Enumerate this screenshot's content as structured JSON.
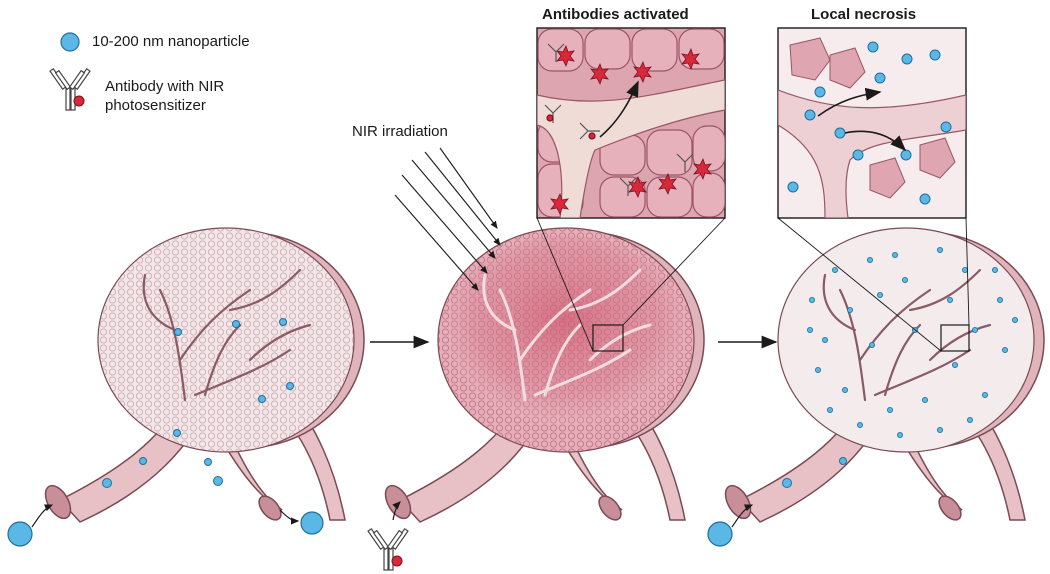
{
  "legend": {
    "nanoparticle_label": "10-200 nm nanoparticle",
    "antibody_label_line1": "Antibody with NIR",
    "antibody_label_line2": "photosensitizer"
  },
  "labels": {
    "nir_irradiation": "NIR irradiation",
    "antibodies_activated": "Antibodies activated",
    "local_necrosis": "Local necrosis"
  },
  "colors": {
    "nanoparticle": "#5bb8e6",
    "nanoparticle_edge": "#1e6f99",
    "vessel_fill": "#e7c1c5",
    "vessel_edge": "#7a4a55",
    "tumor_tint": "#d98a9c",
    "cell_fill": "#e9b3bd",
    "photosensitizer": "#d8283a"
  }
}
